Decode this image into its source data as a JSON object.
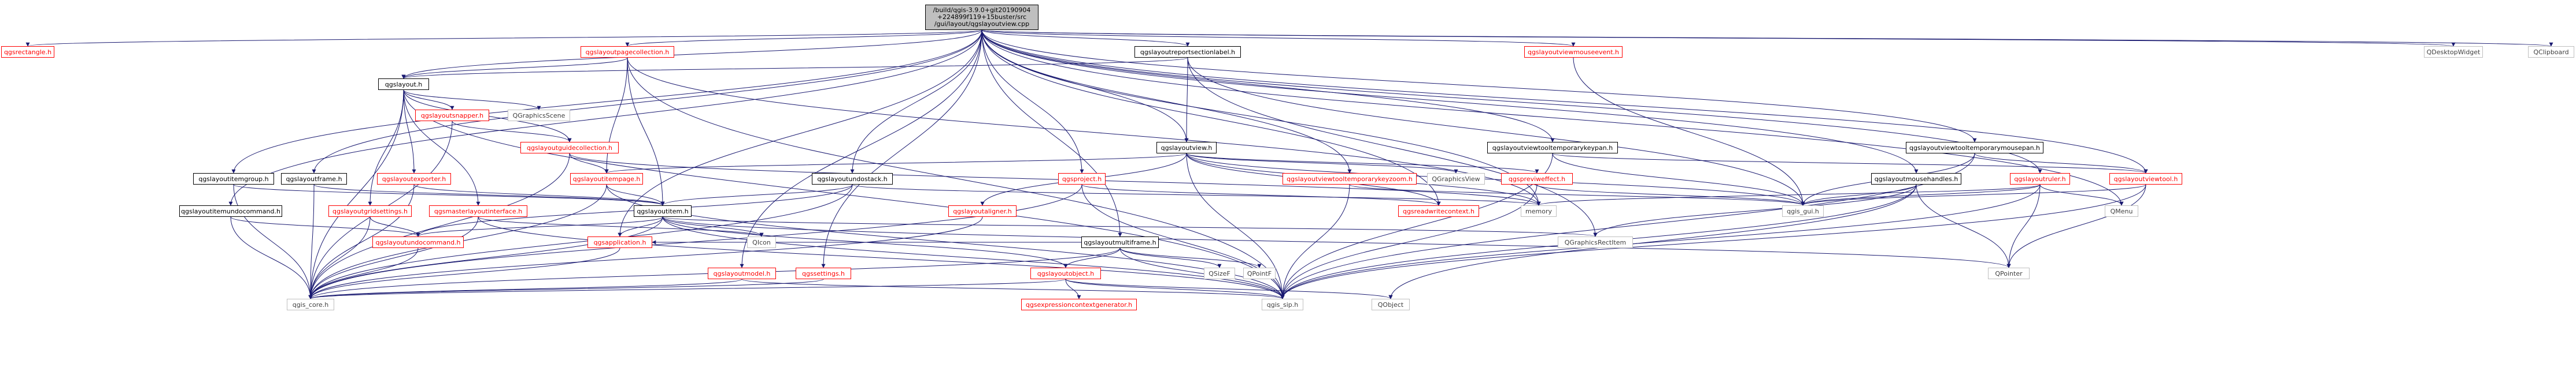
{
  "diagram": {
    "root_lines": [
      "/build/qgis-3.9.0+git20190904",
      "+224899f119+15buster/src",
      "/gui/layout/qgslayoutview.cpp"
    ],
    "colors": {
      "edge": "#191970",
      "linked_text": "#ff0000",
      "root_fill": "#bfbfbf",
      "ext_border": "#bfbfbf"
    },
    "nodes": {
      "root": "qgslayoutview.cpp",
      "qgsrectangle": "qgsrectangle.h",
      "qgslayout": "qgslayout.h",
      "qgslayoutpagecollection": "qgslayoutpagecollection.h",
      "qgslayoutreportsectionlabel": "qgslayoutreportsectionlabel.h",
      "qgslayoutviewmouseevent": "qgslayoutviewmouseevent.h",
      "qdesktopwidget": "QDesktopWidget",
      "qclipboard": "QClipboard",
      "qgslayoutsnapper": "qgslayoutsnapper.h",
      "qgraphicsscene": "QGraphicsScene",
      "qgslayoutguidecollection": "qgslayoutguidecollection.h",
      "qgslayoutview": "qgslayoutview.h",
      "qgslayoutviewtooltemporarykeypan": "qgslayoutviewtooltemporarykeypan.h",
      "qgslayoutviewtooltemporarymousepan": "qgslayoutviewtooltemporarymousepan.h",
      "qgslayoutitemgroup": "qgslayoutitemgroup.h",
      "qgslayoutframe": "qgslayoutframe.h",
      "qgslayoutexporter": "qgslayoutexporter.h",
      "qgslayoutitempage": "qgslayoutitempage.h",
      "qgslayoutundostack": "qgslayoutundostack.h",
      "qgsproject": "qgsproject.h",
      "qgslayoutviewtooltemporarykeyzoom": "qgslayoutviewtooltemporarykeyzoom.h",
      "qgraphicsview": "QGraphicsView",
      "qgspreviewffect": "qgspreviweffect.h",
      "qgslayoutmousehandles": "qgslayoutmousehandles.h",
      "qgslayoutruler": "qgslayoutruler.h",
      "qgslayoutviewtool": "qgslayoutviewtool.h",
      "qgslayoutitemundocommand": "qgslayoutitemundocommand.h",
      "qgslayoutgridsettings": "qgslayoutgridsettings.h",
      "qgsmasterlayoutinterface": "qgsmasterlayoutinterface.h",
      "qgslayoutitem": "qgslayoutitem.h",
      "qgslayoutaligner": "qgslayoutaligner.h",
      "qgsreadwritecontext": "qgsreadwritecontext.h",
      "memory": "memory",
      "qgis_gui": "qgis_gui.h",
      "qmenu": "QMenu",
      "qgslayoutundocommand": "qgslayoutundocommand.h",
      "qicon": "QIcon",
      "qgsapplication": "qgsapplication.h",
      "qgslayoutmultiframe": "qgslayoutmultiframe.h",
      "qsizef": "QSizeF",
      "qpointf": "QPointF",
      "qgraphicsrectitem": "QGraphicsRectItem",
      "qgslayoutmodel": "qgslayoutmodel.h",
      "qgssettings": "qgssettings.h",
      "qgslayoutobject": "qgslayoutobject.h",
      "qgis_core": "qgis_core.h",
      "qgsexpressioncontextgenerator": "qgsexpressioncontextgenerator.h",
      "qgis_sip": "qgis_sip.h",
      "qobject": "QObject",
      "qpointer": "QPointer"
    }
  }
}
